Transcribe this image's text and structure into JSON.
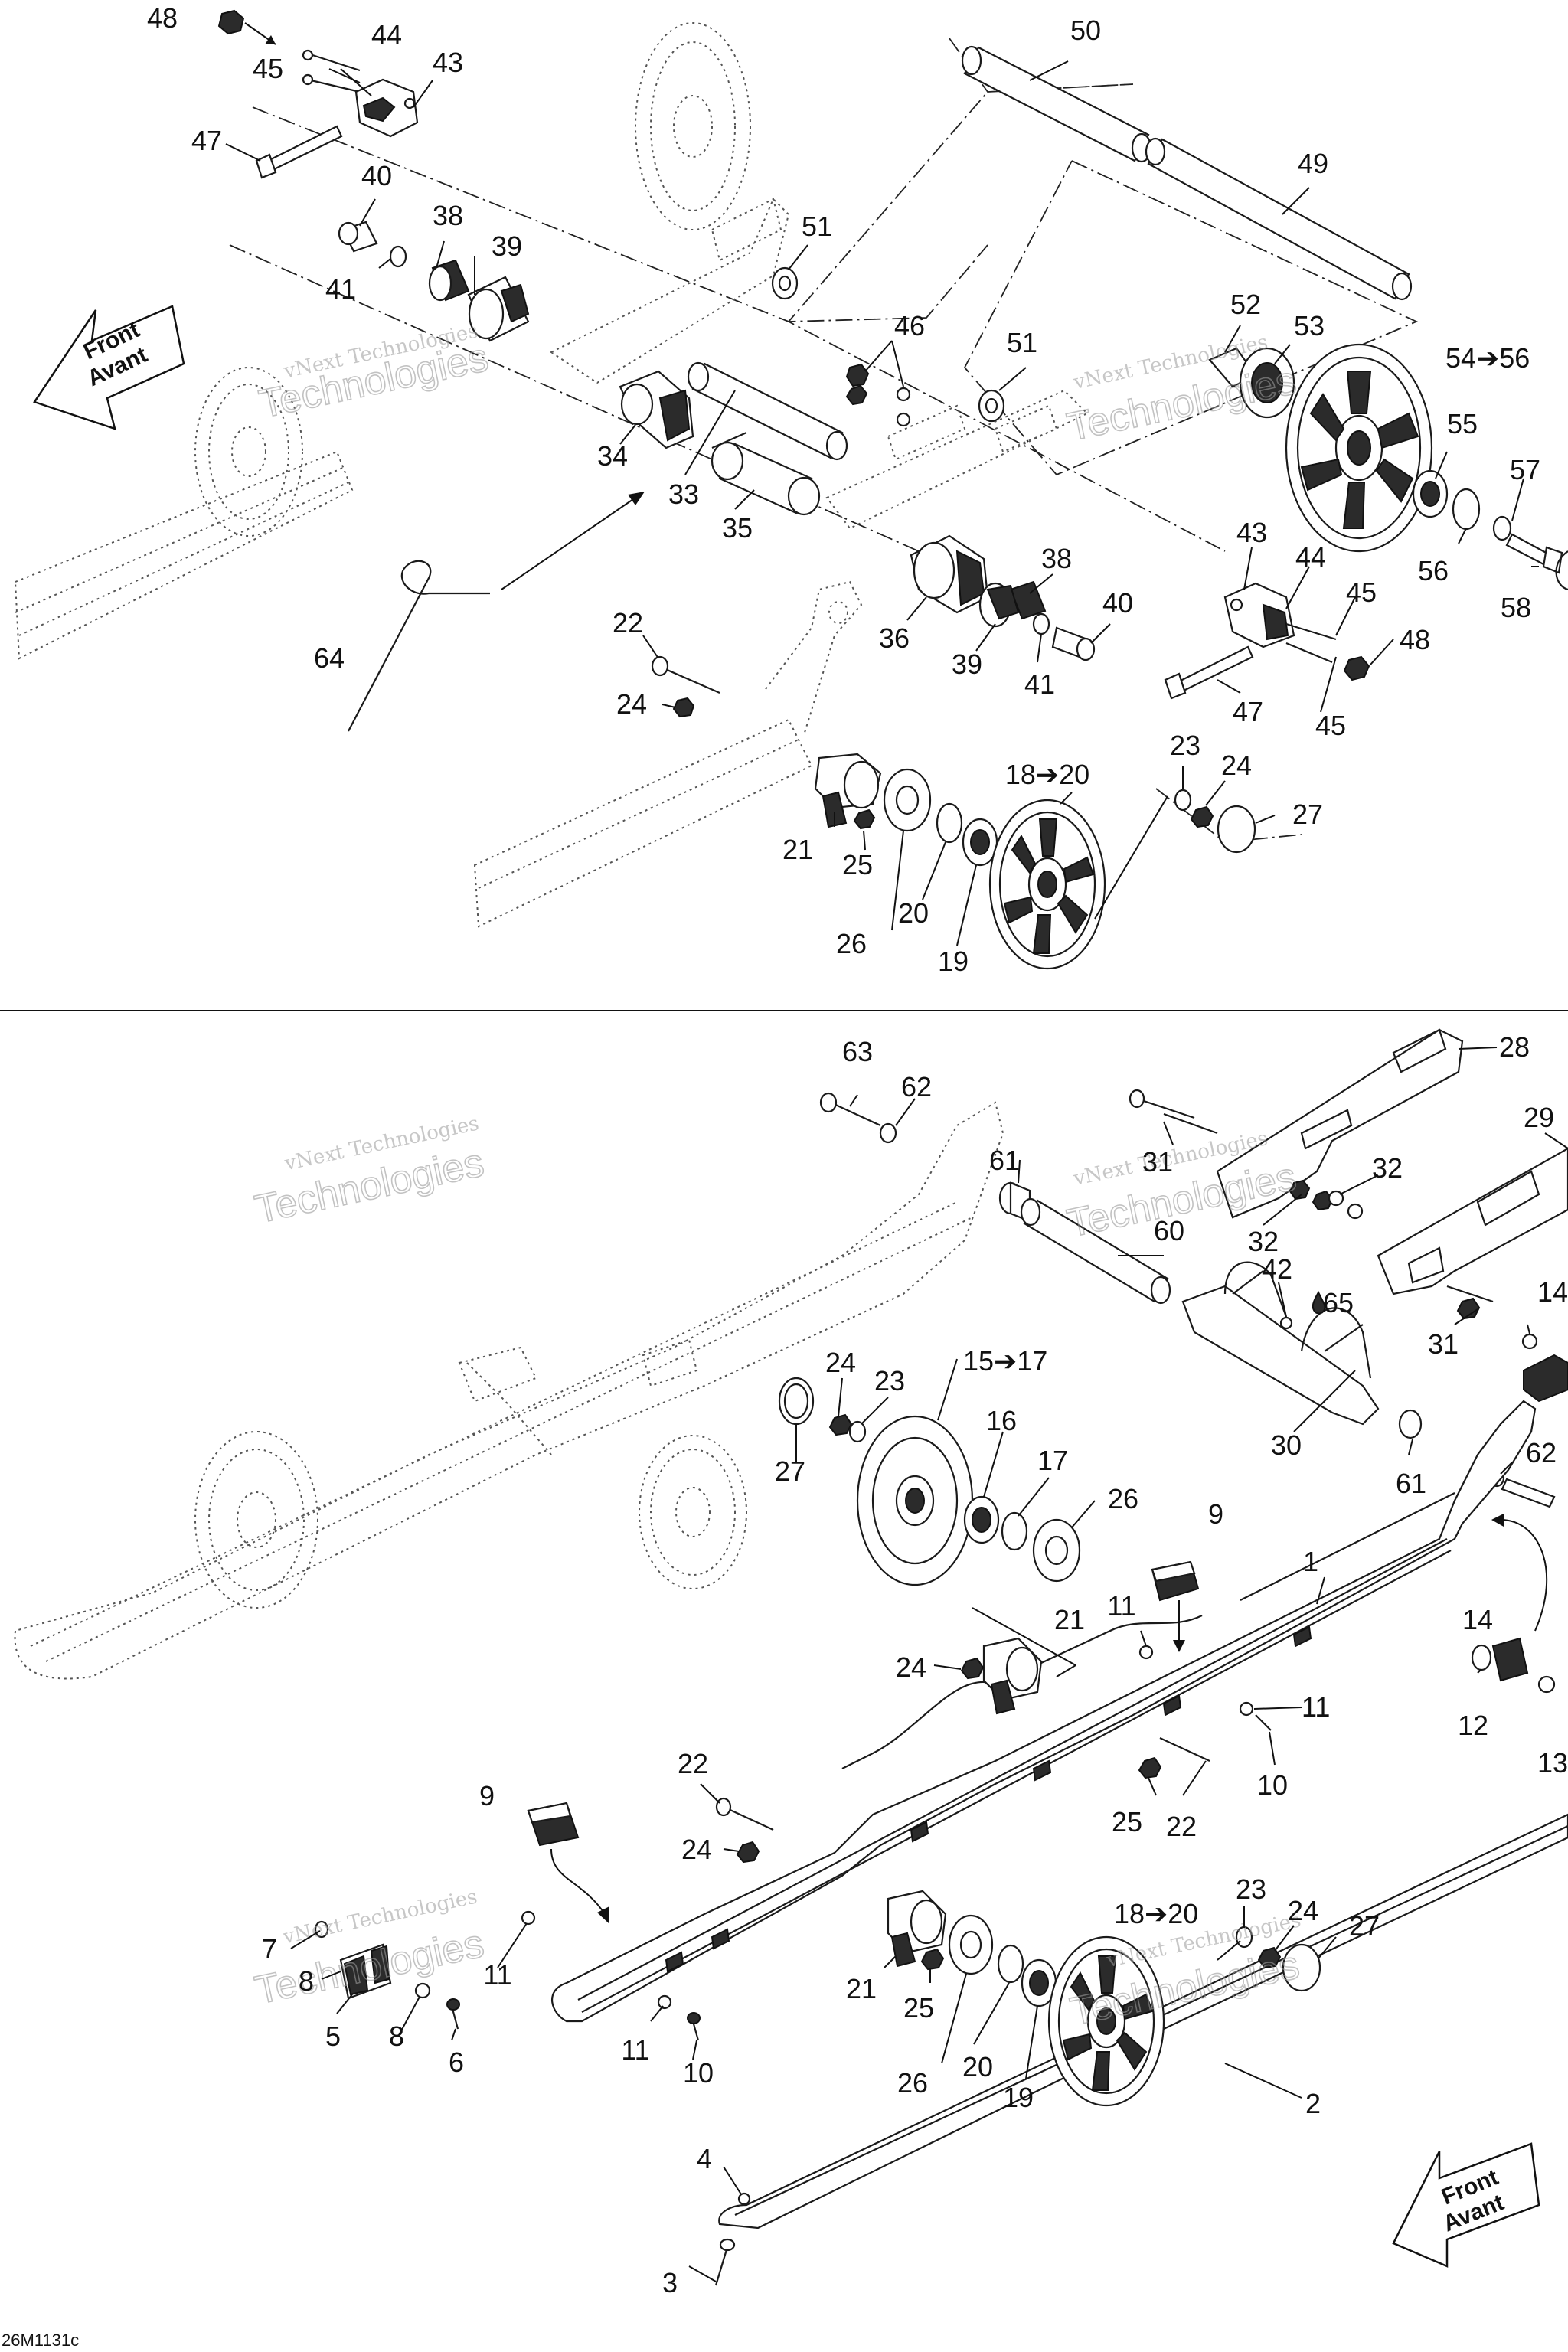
{
  "drawing_code": "26M1131c",
  "watermark": {
    "line1": "vNext Technologies",
    "line2": "Technologies"
  },
  "direction_label": {
    "line1": "Front",
    "line2": "Avant"
  },
  "callouts": {
    "c48a": "48",
    "c44a": "44",
    "c43a": "43",
    "c45a": "45",
    "c47a": "47",
    "c40a": "40",
    "c38a": "38",
    "c39a": "39",
    "c41a": "41",
    "c50": "50",
    "c49": "49",
    "c51a": "51",
    "c51b": "51",
    "c46": "46",
    "c52": "52",
    "c53": "53",
    "c54": "54➔56",
    "c55": "55",
    "c57": "57",
    "c56": "56",
    "c58": "58",
    "c34": "34",
    "c33": "33",
    "c35": "35",
    "c64": "64",
    "c43b": "43",
    "c44b": "44",
    "c45b": "45",
    "c48b": "48",
    "c38b": "38",
    "c40b": "40",
    "c36": "36",
    "c39b": "39",
    "c41b": "41",
    "c47b": "47",
    "c45c": "45",
    "c22a": "22",
    "c24a": "24",
    "c18a": "18➔20",
    "c23a": "23",
    "c24b": "24",
    "c27a": "27",
    "c21a": "21",
    "c25a": "25",
    "c20a": "20",
    "c26a": "26",
    "c19a": "19",
    "c63": "63",
    "c62a": "62",
    "c28": "28",
    "c29": "29",
    "c31a": "31",
    "c32a": "32",
    "c32b": "32",
    "c61a": "61",
    "c60": "60",
    "c42": "42",
    "c65": "65",
    "c14a": "14",
    "c31b": "31",
    "c24c": "24",
    "c23b": "23",
    "c15": "15➔17",
    "c16": "16",
    "c27b": "27",
    "c17": "17",
    "c26b": "26",
    "c30": "30",
    "c61b": "61",
    "c62b": "62",
    "c9a": "9",
    "c1": "1",
    "c21b": "21",
    "c11a": "11",
    "c24d": "24",
    "c11b": "11",
    "c10a": "10",
    "c14b": "14",
    "c12": "12",
    "c13": "13",
    "c22b": "22",
    "c25b": "25",
    "c22c": "22",
    "c9b": "9",
    "c24e": "24",
    "c7": "7",
    "c8a": "8",
    "c5": "5",
    "c8b": "8",
    "c6": "6",
    "c11c": "11",
    "c11d": "11",
    "c10b": "10",
    "c21c": "21",
    "c25c": "25",
    "c26c": "26",
    "c20b": "20",
    "c19b": "19",
    "c18b": "18➔20",
    "c23c": "23",
    "c24f": "24",
    "c27c": "27",
    "c2": "2",
    "c4": "4",
    "c3": "3"
  }
}
